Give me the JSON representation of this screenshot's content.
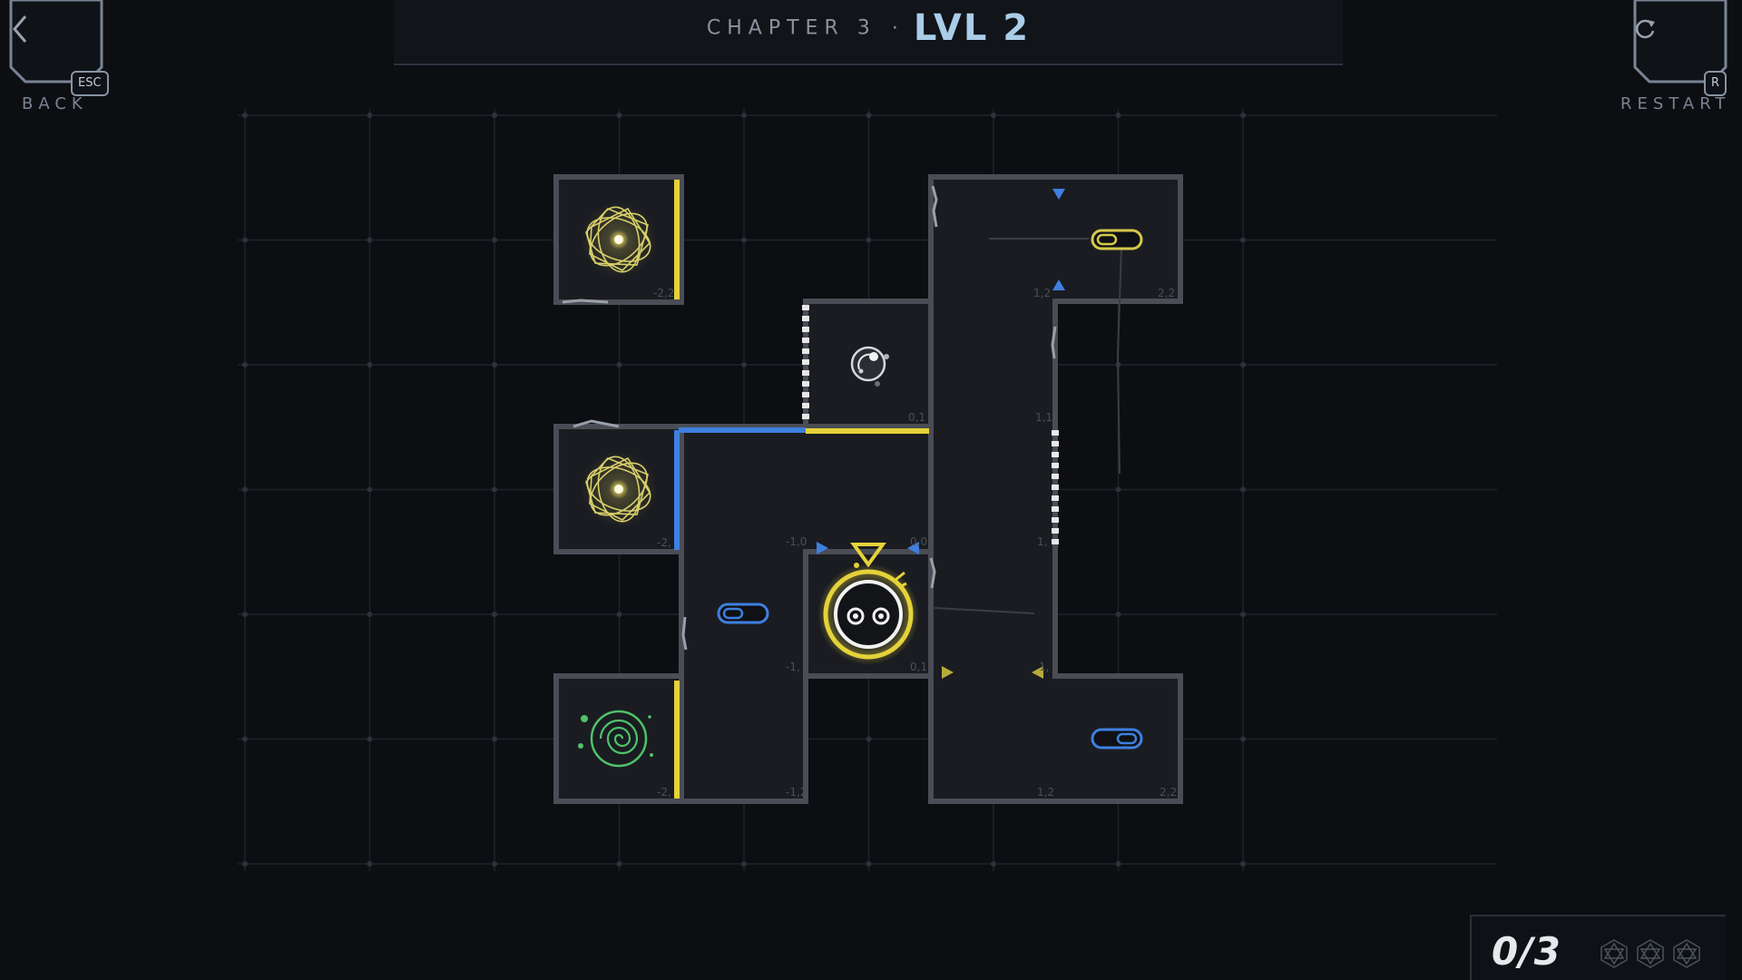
{
  "header": {
    "chapter": "CHAPTER 3",
    "separator": "·",
    "level": "LVL 2"
  },
  "back_button": {
    "label": "BACK",
    "key": "ESC",
    "icon": "chevron-left-icon"
  },
  "restart_button": {
    "label": "RESTART",
    "key": "R",
    "icon": "restart-icon"
  },
  "progress": {
    "collected": "0/3",
    "gem_icon": "geometric-gem-icon",
    "gems_total": 3
  },
  "colors": {
    "background": "#0c0e12",
    "grid": "#1e232a",
    "room_fill": "#1a1c21",
    "wall": "#4a4d55",
    "yellow_accent": "#e5d23a",
    "blue_accent": "#3f7fe0",
    "green_portal": "#4fc26a"
  },
  "cell_labels": {
    "c_m2_2": "-2,2",
    "c_m2_0": "-2,",
    "c_m2_m2": "-2,",
    "c_m1_0": "-1,0",
    "c_m1_m1": "-1,",
    "c_m1_m2": "-1,2",
    "c_0_1": "0,1",
    "c_0_0": "0,0",
    "c_0_m1": "0,1",
    "c_1_2": "1,2",
    "c_1_1": "1,1",
    "c_1_0": "1,",
    "c_1_m1": "1,",
    "c_1_m2": "1,2",
    "c_2_2": "2,2",
    "c_2_m2": "2,2"
  }
}
